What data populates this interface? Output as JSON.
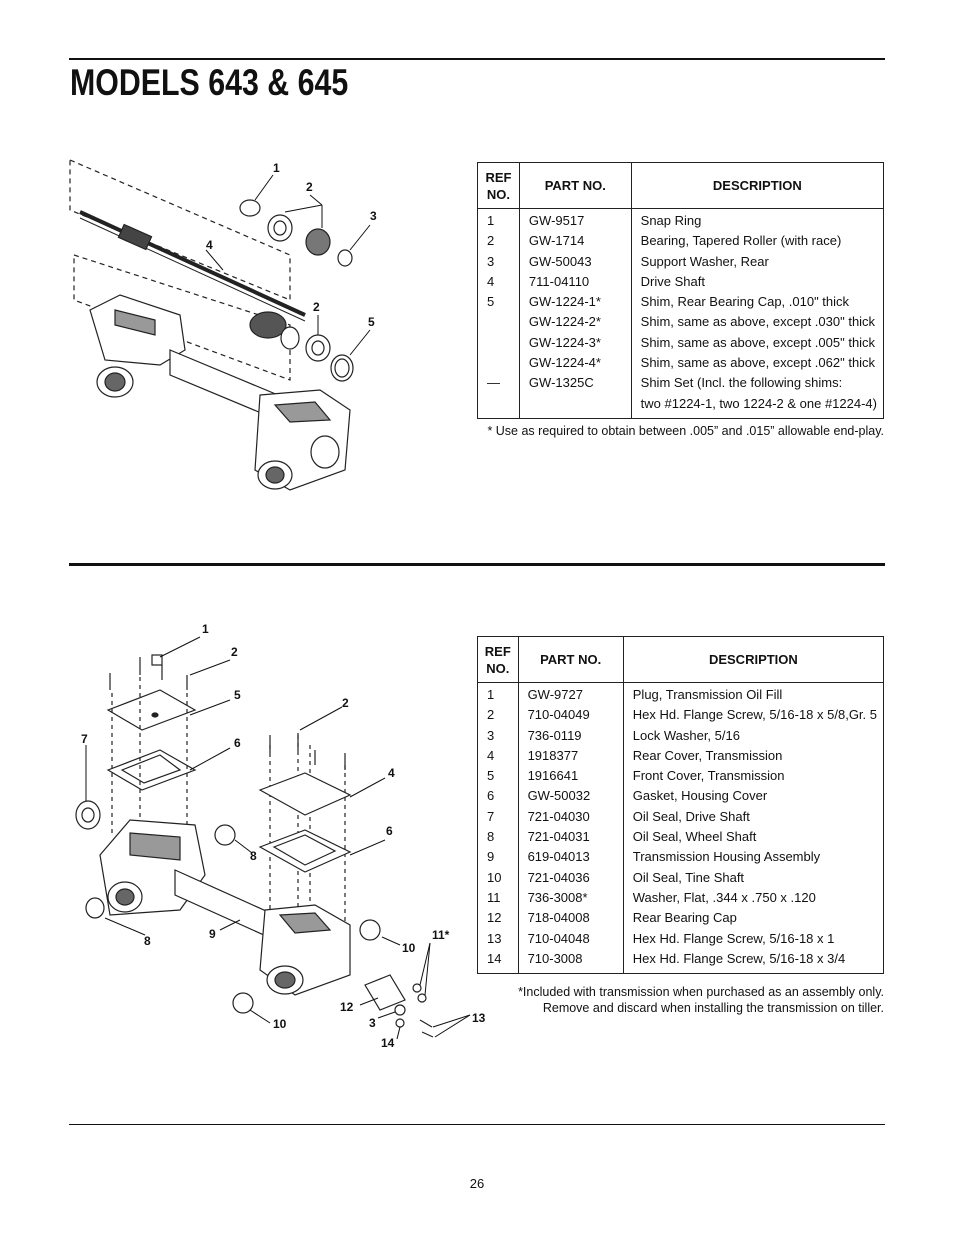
{
  "page": {
    "title": "MODELS 643 & 645",
    "page_number": "26"
  },
  "section1": {
    "callouts": [
      "1",
      "2",
      "3",
      "4",
      "2",
      "5"
    ],
    "table": {
      "headers": {
        "ref": "REF NO.",
        "part": "PART NO.",
        "desc": "DESCRIPTION"
      },
      "rows": [
        {
          "ref": "1",
          "part": "GW-9517",
          "desc": "Snap Ring"
        },
        {
          "ref": "2",
          "part": "GW-1714",
          "desc": "Bearing, Tapered Roller (with race)"
        },
        {
          "ref": "3",
          "part": "GW-50043",
          "desc": "Support Washer, Rear"
        },
        {
          "ref": "4",
          "part": "711-04110",
          "desc": "Drive Shaft"
        },
        {
          "ref": "5",
          "part": "GW-1224-1*",
          "desc": "Shim, Rear Bearing Cap, .010\" thick"
        },
        {
          "ref": "",
          "part": "GW-1224-2*",
          "desc": "Shim, same as above, except  .030\" thick"
        },
        {
          "ref": "",
          "part": "GW-1224-3*",
          "desc": "Shim, same as above, except .005\" thick"
        },
        {
          "ref": "",
          "part": "GW-1224-4*",
          "desc": "Shim, same as above, except  .062\" thick"
        },
        {
          "ref": "—",
          "part": "GW-1325C",
          "desc": "Shim Set (Incl. the following shims:"
        },
        {
          "ref": "",
          "part": "",
          "desc": "two #1224-1, two 1224-2 & one #1224-4)"
        }
      ]
    },
    "note": "* Use as required to obtain between .005” and .015” allowable end-play."
  },
  "section2": {
    "callouts": [
      "1",
      "2",
      "5",
      "7",
      "6",
      "2",
      "4",
      "8",
      "6",
      "9",
      "8",
      "10",
      "11*",
      "12",
      "3",
      "13",
      "10",
      "14"
    ],
    "table": {
      "headers": {
        "ref": "REF NO.",
        "part": "PART NO.",
        "desc": "DESCRIPTION"
      },
      "rows": [
        {
          "ref": "1",
          "part": "GW-9727",
          "desc": "Plug, Transmission Oil Fill"
        },
        {
          "ref": "2",
          "part": "710-04049",
          "desc": "Hex Hd. Flange Screw, 5/16-18 x 5/8,Gr. 5"
        },
        {
          "ref": "3",
          "part": "736-0119",
          "desc": "Lock Washer, 5/16"
        },
        {
          "ref": "4",
          "part": "1918377",
          "desc": "Rear Cover, Transmission"
        },
        {
          "ref": "5",
          "part": "1916641",
          "desc": "Front Cover, Transmission"
        },
        {
          "ref": "6",
          "part": "GW-50032",
          "desc": "Gasket, Housing Cover"
        },
        {
          "ref": "7",
          "part": "721-04030",
          "desc": "Oil Seal, Drive Shaft"
        },
        {
          "ref": "8",
          "part": "721-04031",
          "desc": "Oil Seal, Wheel Shaft"
        },
        {
          "ref": "9",
          "part": "619-04013",
          "desc": "Transmission Housing Assembly"
        },
        {
          "ref": "10",
          "part": "721-04036",
          "desc": "Oil Seal, Tine Shaft"
        },
        {
          "ref": "11",
          "part": "736-3008*",
          "desc": "Washer, Flat, .344 x .750 x .120"
        },
        {
          "ref": "12",
          "part": "718-04008",
          "desc": "Rear Bearing Cap"
        },
        {
          "ref": "13",
          "part": "710-04048",
          "desc": "Hex Hd. Flange Screw, 5/16-18 x 1"
        },
        {
          "ref": "14",
          "part": "710-3008",
          "desc": "Hex Hd. Flange Screw, 5/16-18 x 3/4"
        }
      ]
    },
    "note_line1": "*Included with transmission when purchased as an assembly only.",
    "note_line2": "Remove and discard when installing the transmission on tiller."
  }
}
